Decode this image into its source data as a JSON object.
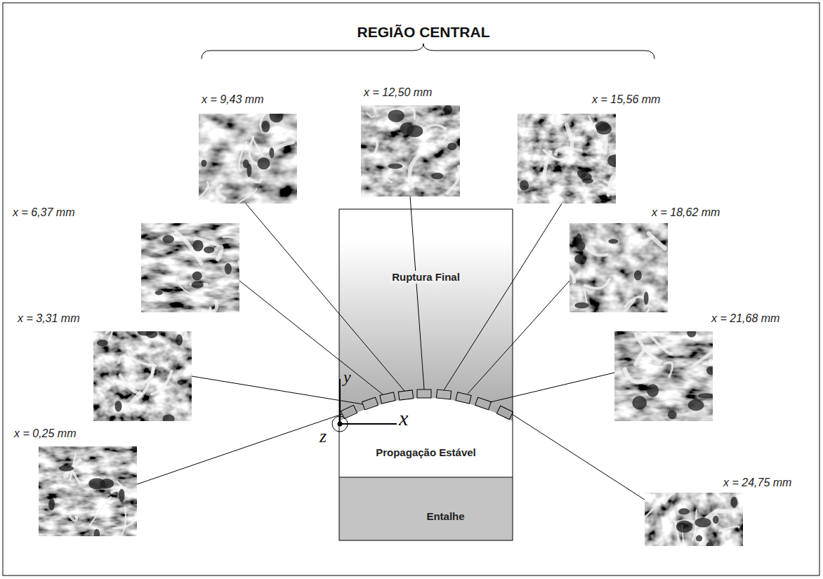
{
  "diagram": {
    "nodes": [
      {
        "text": [
          "x = 9,43 mm"
        ]
      },
      {
        "text": [
          "x = 12,50 mm"
        ]
      },
      {
        "text": [
          "x = 15,56 mm"
        ]
      },
      {
        "text": [
          "x = 6,37 mm"
        ]
      },
      {
        "text": [
          "x = 18,62 mm"
        ]
      },
      {
        "text": [
          "x = 3,31 mm"
        ]
      },
      {
        "text": [
          "x = 21,68 mm"
        ]
      },
      {
        "text": [
          "x = 0,25 mm"
        ]
      },
      {
        "text": [
          "x = 24,75 mm"
        ]
      },
      {
        "text": [
          "Ruptura Final"
        ]
      },
      {
        "text": [
          "Propagação Estável"
        ]
      },
      {
        "text": [
          "Entalhe"
        ]
      }
    ],
    "labels": [
      "REGIÃO CENTRAL",
      "y",
      "x",
      "z"
    ]
  }
}
